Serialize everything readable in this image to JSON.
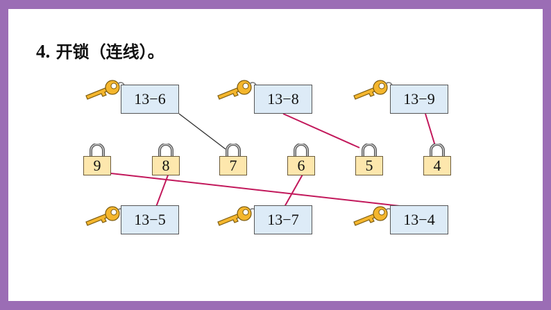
{
  "title": {
    "number": "4.",
    "text": " 开锁（连线）。"
  },
  "keys_top": [
    "13−6",
    "13−8",
    "13−9"
  ],
  "locks": [
    "9",
    "8",
    "7",
    "6",
    "5",
    "4"
  ],
  "keys_bottom": [
    "13−5",
    "13−7",
    "13−4"
  ],
  "colors": {
    "frame": "#9b6db5",
    "card": "#ddebf7",
    "lock": "#fde7ad",
    "line_match": "#c2185b",
    "line_example": "#333333",
    "key": "#f4b62d"
  }
}
